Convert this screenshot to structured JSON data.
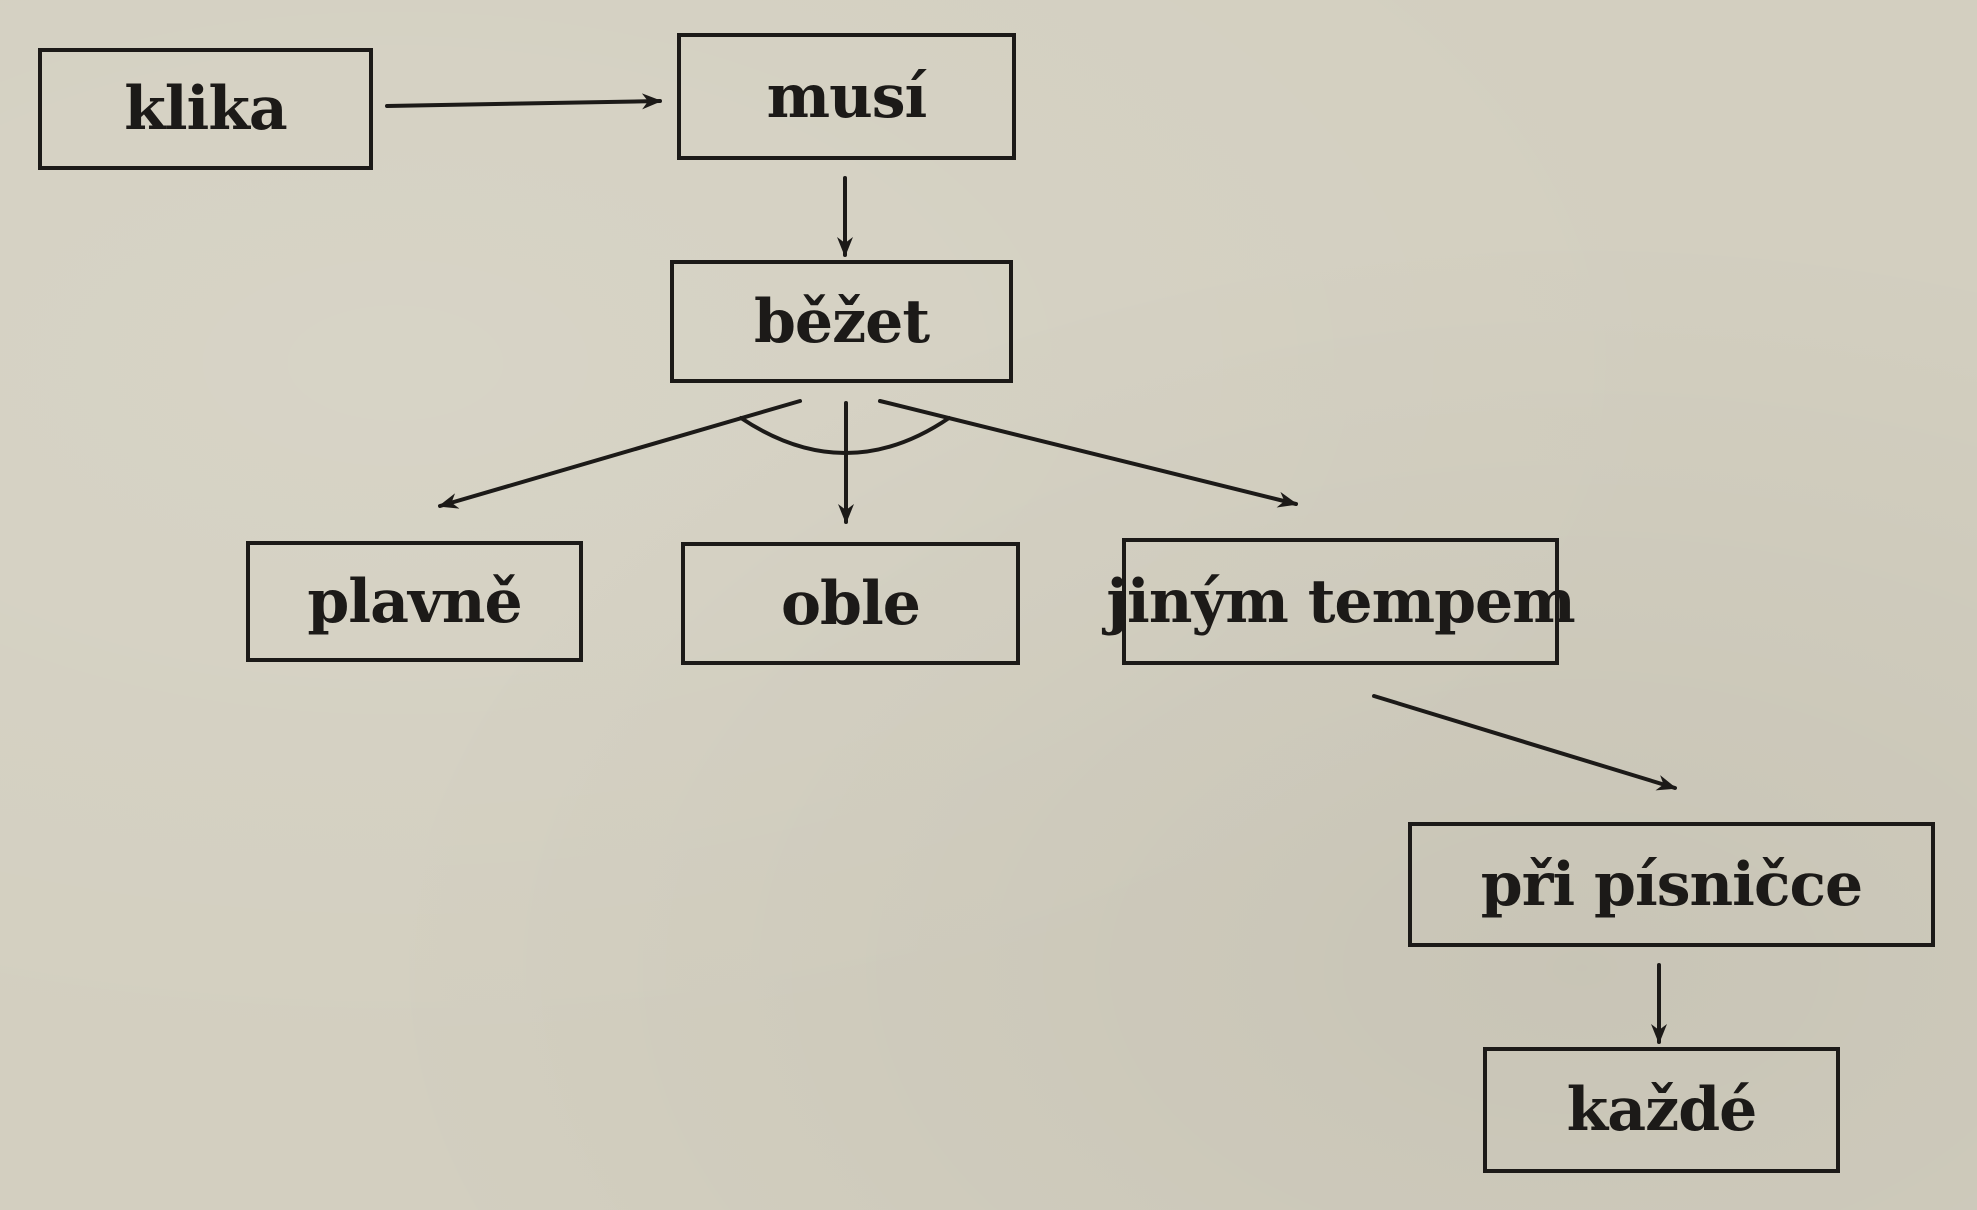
{
  "diagram": {
    "nodes": [
      {
        "id": "klika",
        "label": "klika"
      },
      {
        "id": "musi",
        "label": "musí"
      },
      {
        "id": "bezet",
        "label": "běžet"
      },
      {
        "id": "plavne",
        "label": "plavně"
      },
      {
        "id": "oble",
        "label": "oble"
      },
      {
        "id": "jinym",
        "label": "jiným tempem"
      },
      {
        "id": "pri",
        "label": "při písničce"
      },
      {
        "id": "kazde",
        "label": "každé"
      }
    ],
    "edges": [
      {
        "from": "klika",
        "to": "musi"
      },
      {
        "from": "musi",
        "to": "bezet"
      },
      {
        "from": "bezet",
        "to": "plavne"
      },
      {
        "from": "bezet",
        "to": "oble"
      },
      {
        "from": "bezet",
        "to": "jinym"
      },
      {
        "from": "jinym",
        "to": "pri"
      },
      {
        "from": "pri",
        "to": "kazde"
      }
    ],
    "grouped_edges": [
      {
        "from": "bezet",
        "targets": [
          "plavne",
          "oble",
          "jinym"
        ],
        "marker": "arc"
      }
    ],
    "colors": {
      "paper": "#d3cfc0",
      "ink": "#1c1a18"
    }
  }
}
